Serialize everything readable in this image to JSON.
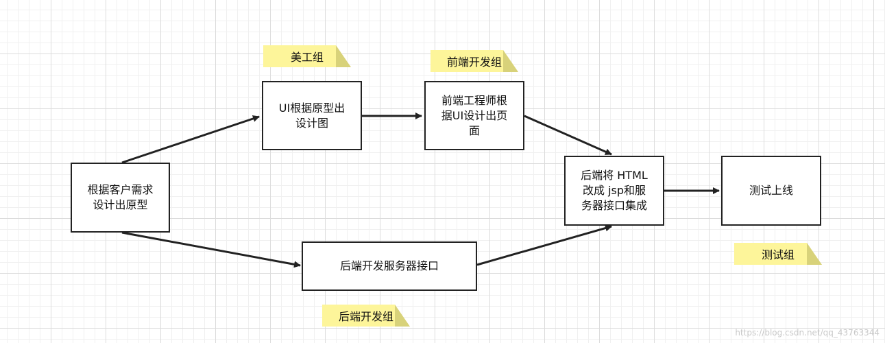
{
  "diagram": {
    "nodes": {
      "requirements": "根据客户需求\n设计出原型",
      "ui_design": "UI根据原型出\n设计图",
      "frontend_page": "前端工程师根\n据UI设计出页\n面",
      "backend_api": "后端开发服务器接口",
      "integration": "后端将 HTML\n改成 jsp和服\n务器接口集成",
      "testing": "测试上线"
    },
    "notes": {
      "design_team": "美工组",
      "frontend_team": "前端开发组",
      "backend_team": "后端开发组",
      "test_team": "测试组"
    },
    "edges": [
      {
        "from": "requirements",
        "to": "ui_design"
      },
      {
        "from": "requirements",
        "to": "backend_api"
      },
      {
        "from": "ui_design",
        "to": "frontend_page"
      },
      {
        "from": "frontend_page",
        "to": "integration"
      },
      {
        "from": "backend_api",
        "to": "integration"
      },
      {
        "from": "integration",
        "to": "testing"
      }
    ]
  },
  "watermark": "https://blog.csdn.net/qq_43763344"
}
